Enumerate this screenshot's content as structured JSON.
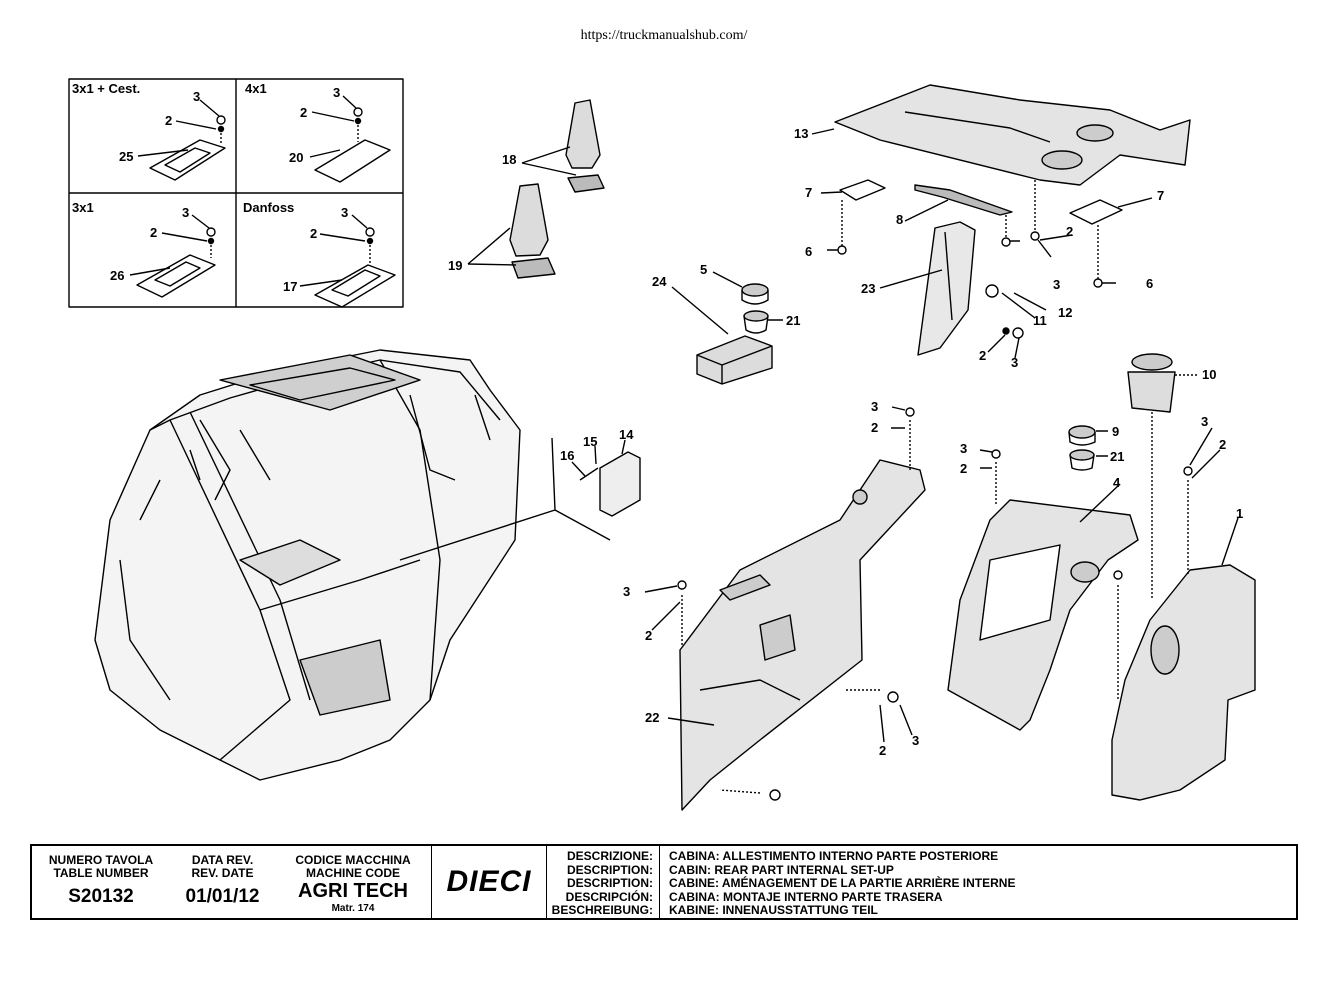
{
  "header": {
    "url": "https://truckmanualshub.com/"
  },
  "variants": [
    {
      "title": "3x1 + Cest.",
      "labels": [
        "3",
        "2",
        "25"
      ]
    },
    {
      "title": "4x1",
      "labels": [
        "3",
        "2",
        "20"
      ]
    },
    {
      "title": "3x1",
      "labels": [
        "3",
        "2",
        "26"
      ]
    },
    {
      "title": "Danfoss",
      "labels": [
        "3",
        "2",
        "17"
      ]
    }
  ],
  "callouts": [
    "18",
    "19",
    "24",
    "5",
    "21",
    "13",
    "7",
    "8",
    "7",
    "6",
    "6",
    "2",
    "3",
    "23",
    "11",
    "12",
    "2",
    "3",
    "14",
    "15",
    "16",
    "3",
    "2",
    "3",
    "2",
    "10",
    "9",
    "21",
    "4",
    "3",
    "2",
    "1",
    "3",
    "2",
    "22",
    "2",
    "3"
  ],
  "title_block": {
    "table_number_label_1": "NUMERO TAVOLA",
    "table_number_label_2": "TABLE NUMBER",
    "table_number": "S20132",
    "rev_date_label_1": "DATA REV.",
    "rev_date_label_2": "REV. DATE",
    "rev_date": "01/01/12",
    "machine_code_label_1": "CODICE MACCHINA",
    "machine_code_label_2": "MACHINE CODE",
    "machine_code": "AGRI TECH",
    "serial": "Matr. 174",
    "brand": "DIECI",
    "description_labels": [
      "DESCRIZIONE:",
      "DESCRIPTION:",
      "DESCRIPTION:",
      "DESCRIPCIÓN:",
      "BESCHREIBUNG:"
    ],
    "descriptions": [
      "CABINA: ALLESTIMENTO INTERNO PARTE POSTERIORE",
      "CABIN: REAR PART INTERNAL SET-UP",
      "CABINE: AMÉNAGEMENT DE LA PARTIE ARRIÈRE INTERNE",
      "CABINA: MONTAJE INTERNO PARTE TRASERA",
      "KABINE: INNENAUSSTATTUNG TEIL"
    ]
  }
}
